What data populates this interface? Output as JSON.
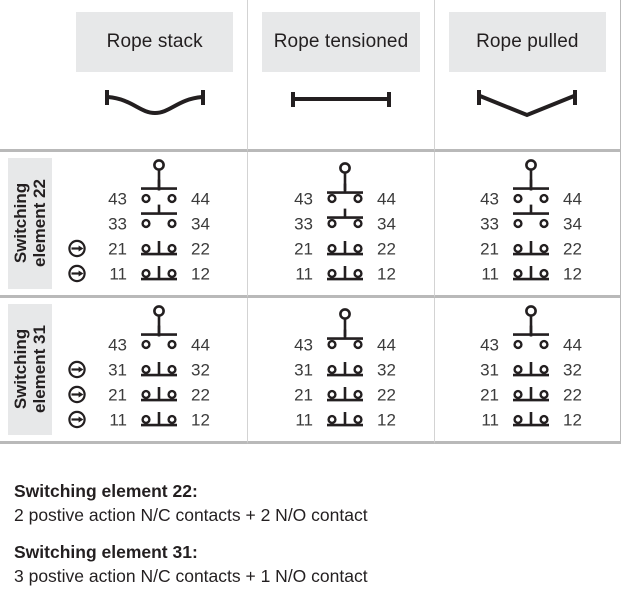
{
  "table": {
    "columns": [
      {
        "id": "rope-stack",
        "label": "Rope stack",
        "rope_symbol": "rope-slack-sagging"
      },
      {
        "id": "rope-tensioned",
        "label": "Rope tensioned",
        "rope_symbol": "rope-straight-taut"
      },
      {
        "id": "rope-pulled",
        "label": "Rope pulled",
        "rope_symbol": "rope-v-deflected"
      }
    ],
    "rows": [
      {
        "id": "switching-element-22",
        "side_label_line1": "Switching",
        "side_label_line2": "element 22",
        "cells": [
          {
            "column": "rope-stack",
            "actuator": "up",
            "contacts": [
              {
                "left": "43",
                "right": "44",
                "state": "open",
                "positive_action": false
              },
              {
                "left": "33",
                "right": "34",
                "state": "open",
                "positive_action": false
              },
              {
                "left": "21",
                "right": "22",
                "state": "closed",
                "positive_action": true
              },
              {
                "left": "11",
                "right": "12",
                "state": "closed",
                "positive_action": true
              }
            ]
          },
          {
            "column": "rope-tensioned",
            "actuator": "down",
            "contacts": [
              {
                "left": "43",
                "right": "44",
                "state": "open",
                "positive_action": false
              },
              {
                "left": "33",
                "right": "34",
                "state": "open",
                "positive_action": false
              },
              {
                "left": "21",
                "right": "22",
                "state": "closed",
                "positive_action": false
              },
              {
                "left": "11",
                "right": "12",
                "state": "closed",
                "positive_action": false
              }
            ]
          },
          {
            "column": "rope-pulled",
            "actuator": "up",
            "contacts": [
              {
                "left": "43",
                "right": "44",
                "state": "open",
                "positive_action": false
              },
              {
                "left": "33",
                "right": "34",
                "state": "open",
                "positive_action": false
              },
              {
                "left": "21",
                "right": "22",
                "state": "closed",
                "positive_action": false
              },
              {
                "left": "11",
                "right": "12",
                "state": "closed",
                "positive_action": false
              }
            ]
          }
        ]
      },
      {
        "id": "switching-element-31",
        "side_label_line1": "Switching",
        "side_label_line2": "element 31",
        "cells": [
          {
            "column": "rope-stack",
            "actuator": "up",
            "contacts": [
              {
                "left": "43",
                "right": "44",
                "state": "open",
                "positive_action": false
              },
              {
                "left": "31",
                "right": "32",
                "state": "closed",
                "positive_action": true
              },
              {
                "left": "21",
                "right": "22",
                "state": "closed",
                "positive_action": true
              },
              {
                "left": "11",
                "right": "12",
                "state": "closed",
                "positive_action": true
              }
            ]
          },
          {
            "column": "rope-tensioned",
            "actuator": "down",
            "contacts": [
              {
                "left": "43",
                "right": "44",
                "state": "open",
                "positive_action": false
              },
              {
                "left": "31",
                "right": "32",
                "state": "closed",
                "positive_action": false
              },
              {
                "left": "21",
                "right": "22",
                "state": "closed",
                "positive_action": false
              },
              {
                "left": "11",
                "right": "12",
                "state": "closed",
                "positive_action": false
              }
            ]
          },
          {
            "column": "rope-pulled",
            "actuator": "up",
            "contacts": [
              {
                "left": "43",
                "right": "44",
                "state": "open",
                "positive_action": false
              },
              {
                "left": "31",
                "right": "32",
                "state": "closed",
                "positive_action": false
              },
              {
                "left": "21",
                "right": "22",
                "state": "closed",
                "positive_action": false
              },
              {
                "left": "11",
                "right": "12",
                "state": "closed",
                "positive_action": false
              }
            ]
          }
        ]
      }
    ]
  },
  "captions": [
    {
      "title": "Switching element 22:",
      "body": "2 postive action N/C contacts + 2 N/O contact"
    },
    {
      "title": "Switching element 31:",
      "body": "3 postive action N/C contacts + 1 N/O contact"
    }
  ],
  "colors": {
    "ink": "#231f20",
    "header_fill": "#e7e8e9",
    "border_strong": "#b9b9b9",
    "border_thin": "#d3d3d3"
  }
}
